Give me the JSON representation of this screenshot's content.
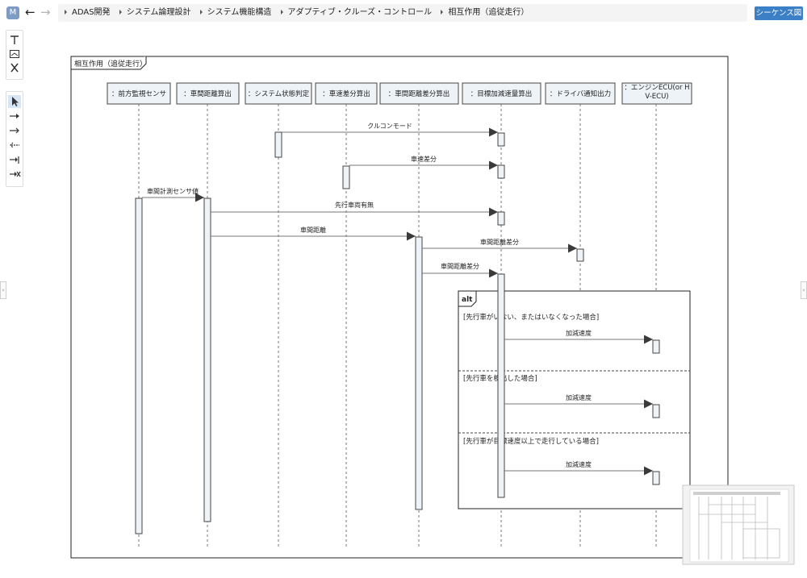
{
  "app": {
    "badge": "M"
  },
  "breadcrumb": [
    "ADAS開発",
    "システム論理設計",
    "システム機能構造",
    "アダプティブ・クルーズ・コントロール",
    "相互作用（追従走行）"
  ],
  "view_button": "シーケンス図",
  "toolbar": {
    "group1": [
      "text-tool-icon",
      "note-tool-icon",
      "scissors-icon"
    ],
    "group2": [
      "select-pointer-icon",
      "sync-message-icon",
      "async-message-icon",
      "reply-message-icon",
      "create-message-icon",
      "destroy-message-icon"
    ]
  },
  "frame": {
    "label": "相互作用（追従走行）"
  },
  "lifelines": [
    {
      "id": "sensor",
      "label": "：前方監視センサ"
    },
    {
      "id": "distcalc",
      "label": "：車間距離算出"
    },
    {
      "id": "sysstate",
      "label": "：システム状態判定"
    },
    {
      "id": "speeddiff",
      "label": "：車速差分算出"
    },
    {
      "id": "distdiff",
      "label": "：車間距離差分算出"
    },
    {
      "id": "target",
      "label": "：目標加減速量算出"
    },
    {
      "id": "driver",
      "label": "：ドライバ通知出力"
    },
    {
      "id": "engine",
      "label": "：エンジンECU(or HV-ECU)"
    }
  ],
  "messages": [
    {
      "from": "sysstate",
      "to": "target",
      "label": "クルコンモード"
    },
    {
      "from": "speeddiff",
      "to": "target",
      "label": "車速差分"
    },
    {
      "from": "sensor",
      "to": "distcalc",
      "label": "車間計測センサ値"
    },
    {
      "from": "distcalc",
      "to": "target",
      "label": "先行車両有無"
    },
    {
      "from": "distcalc",
      "to": "distdiff",
      "label": "車間距離"
    },
    {
      "from": "distdiff",
      "to": "driver",
      "label": "車間距離差分"
    },
    {
      "from": "distdiff",
      "to": "target",
      "label": "車間距離差分"
    }
  ],
  "alt": {
    "operator": "alt",
    "operands": [
      {
        "guard": "[先行車がいない、またはいなくなった場合]",
        "message": "加減速度"
      },
      {
        "guard": "[先行車を検出した場合]",
        "message": "加減速度"
      },
      {
        "guard": "[先行車が目標速度以上で走行している場合]",
        "message": "加減速度"
      }
    ]
  },
  "colors": {
    "accent": "#3b7fc6",
    "lifeline_header": "#eef3f7",
    "activation": "#eef3f7"
  }
}
